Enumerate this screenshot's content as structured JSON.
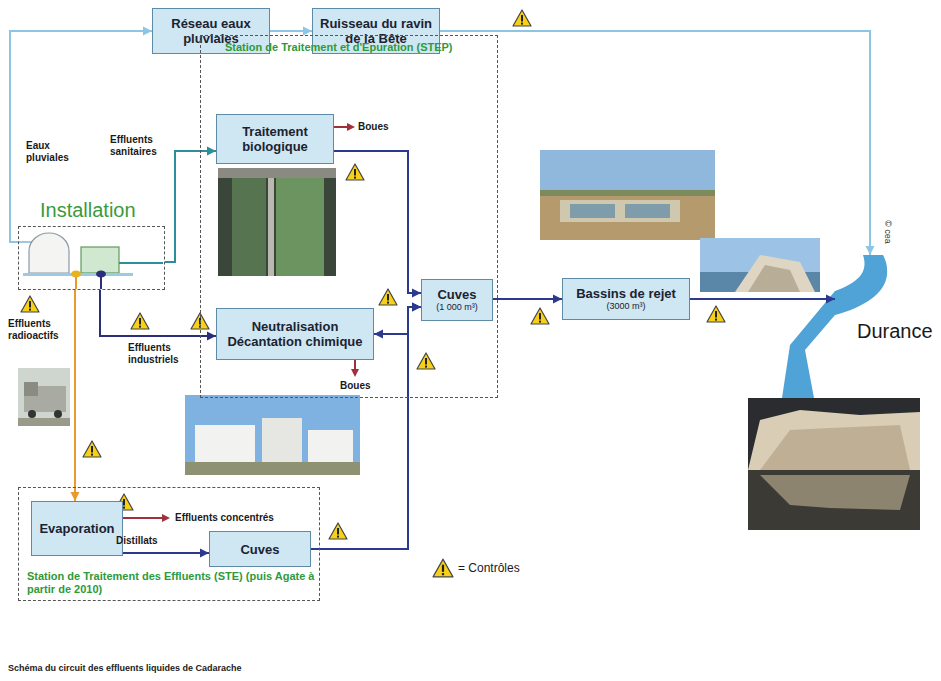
{
  "diagram": {
    "caption": "Schéma du circuit des effluents liquides de Cadarache",
    "nodes": [
      {
        "text": [
          "Réseau eaux pluviales"
        ]
      },
      {
        "text": [
          "Ruisseau du ravin de la Bête"
        ]
      },
      {
        "text": [
          "Station de Traitement et d'Epuration (STEP)"
        ]
      },
      {
        "text": [
          "Traitement biologique"
        ],
        "in": 2
      },
      {
        "text": [
          "Neutralisation Décantation chimique"
        ],
        "in": 2
      },
      {
        "text": [
          "Cuves",
          "(1 000 m³)"
        ],
        "in": 2
      },
      {
        "text": [
          "Installation"
        ]
      },
      {
        "text": [
          "Bassins de rejet",
          "(3000 m³)"
        ]
      },
      {
        "text": [
          "Durance"
        ]
      },
      {
        "text": [
          "Station de Traitement des Effluents (STE) (puis Agate à partir de 2010)"
        ]
      },
      {
        "text": [
          "Evaporation"
        ],
        "in": 9
      },
      {
        "text": [
          "Cuves"
        ],
        "in": 9
      }
    ],
    "edges": [
      {
        "from": 6,
        "to": 0,
        "label": "Eaux pluviales",
        "arrow": "to"
      },
      {
        "from": 0,
        "to": 1,
        "arrow": "to"
      },
      {
        "from": 1,
        "to": 8,
        "arrow": "to"
      },
      {
        "from": 6,
        "to": 3,
        "label": "Effluents sanitaires",
        "arrow": "to"
      },
      {
        "from": 6,
        "to": 4,
        "label": "Effluents industriels",
        "arrow": "to"
      },
      {
        "from": 6,
        "to": 10,
        "label": "Effluents radioactifs",
        "arrow": "to"
      },
      {
        "from": 3,
        "to": 5,
        "arrow": "to"
      },
      {
        "from": 4,
        "to": 5,
        "arrow": "both"
      },
      {
        "from": 11,
        "to": 5,
        "arrow": "to"
      },
      {
        "from": 10,
        "to": 11,
        "label": "Distillats",
        "arrow": "to"
      },
      {
        "from": 5,
        "to": 7,
        "arrow": "to"
      },
      {
        "from": 7,
        "to": 8,
        "arrow": "to"
      }
    ],
    "labels": [
      "Boues",
      "Boues",
      "Effluents concentrés",
      "© cea"
    ],
    "legend": [
      {
        "text": "= Contrôles"
      }
    ]
  }
}
